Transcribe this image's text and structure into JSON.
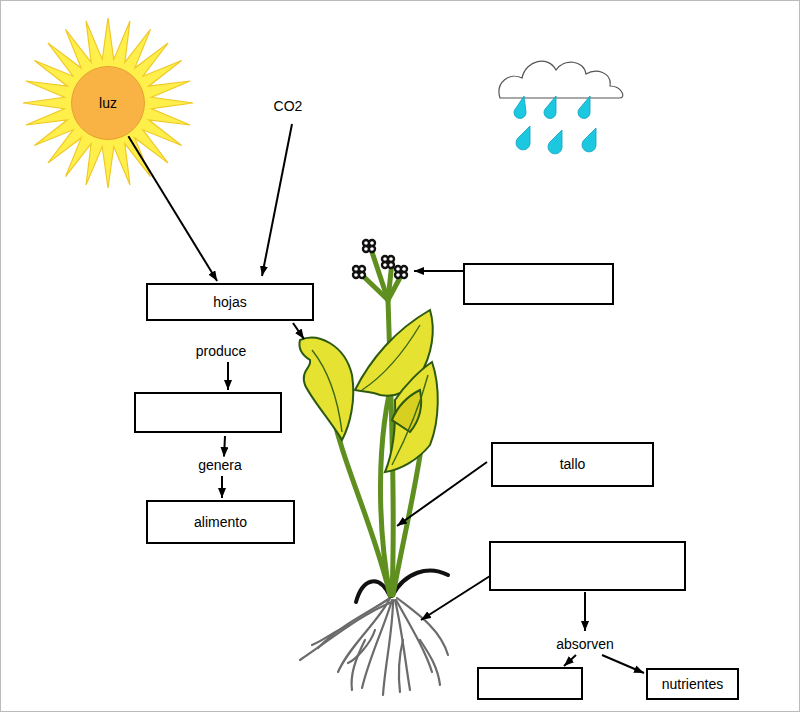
{
  "diagram": {
    "nodes": [
      {
        "text": [
          "luz"
        ]
      },
      {
        "text": [
          "hojas"
        ]
      },
      {
        "text": [
          "tallo"
        ]
      },
      {
        "text": [
          "alimento"
        ]
      },
      {
        "text": [
          "nutrientes"
        ]
      }
    ],
    "edges": [
      {
        "from": 0,
        "to": 1,
        "arrow": "to"
      }
    ],
    "labels": [
      "CO2",
      "produce",
      "genera",
      "absorven"
    ]
  }
}
